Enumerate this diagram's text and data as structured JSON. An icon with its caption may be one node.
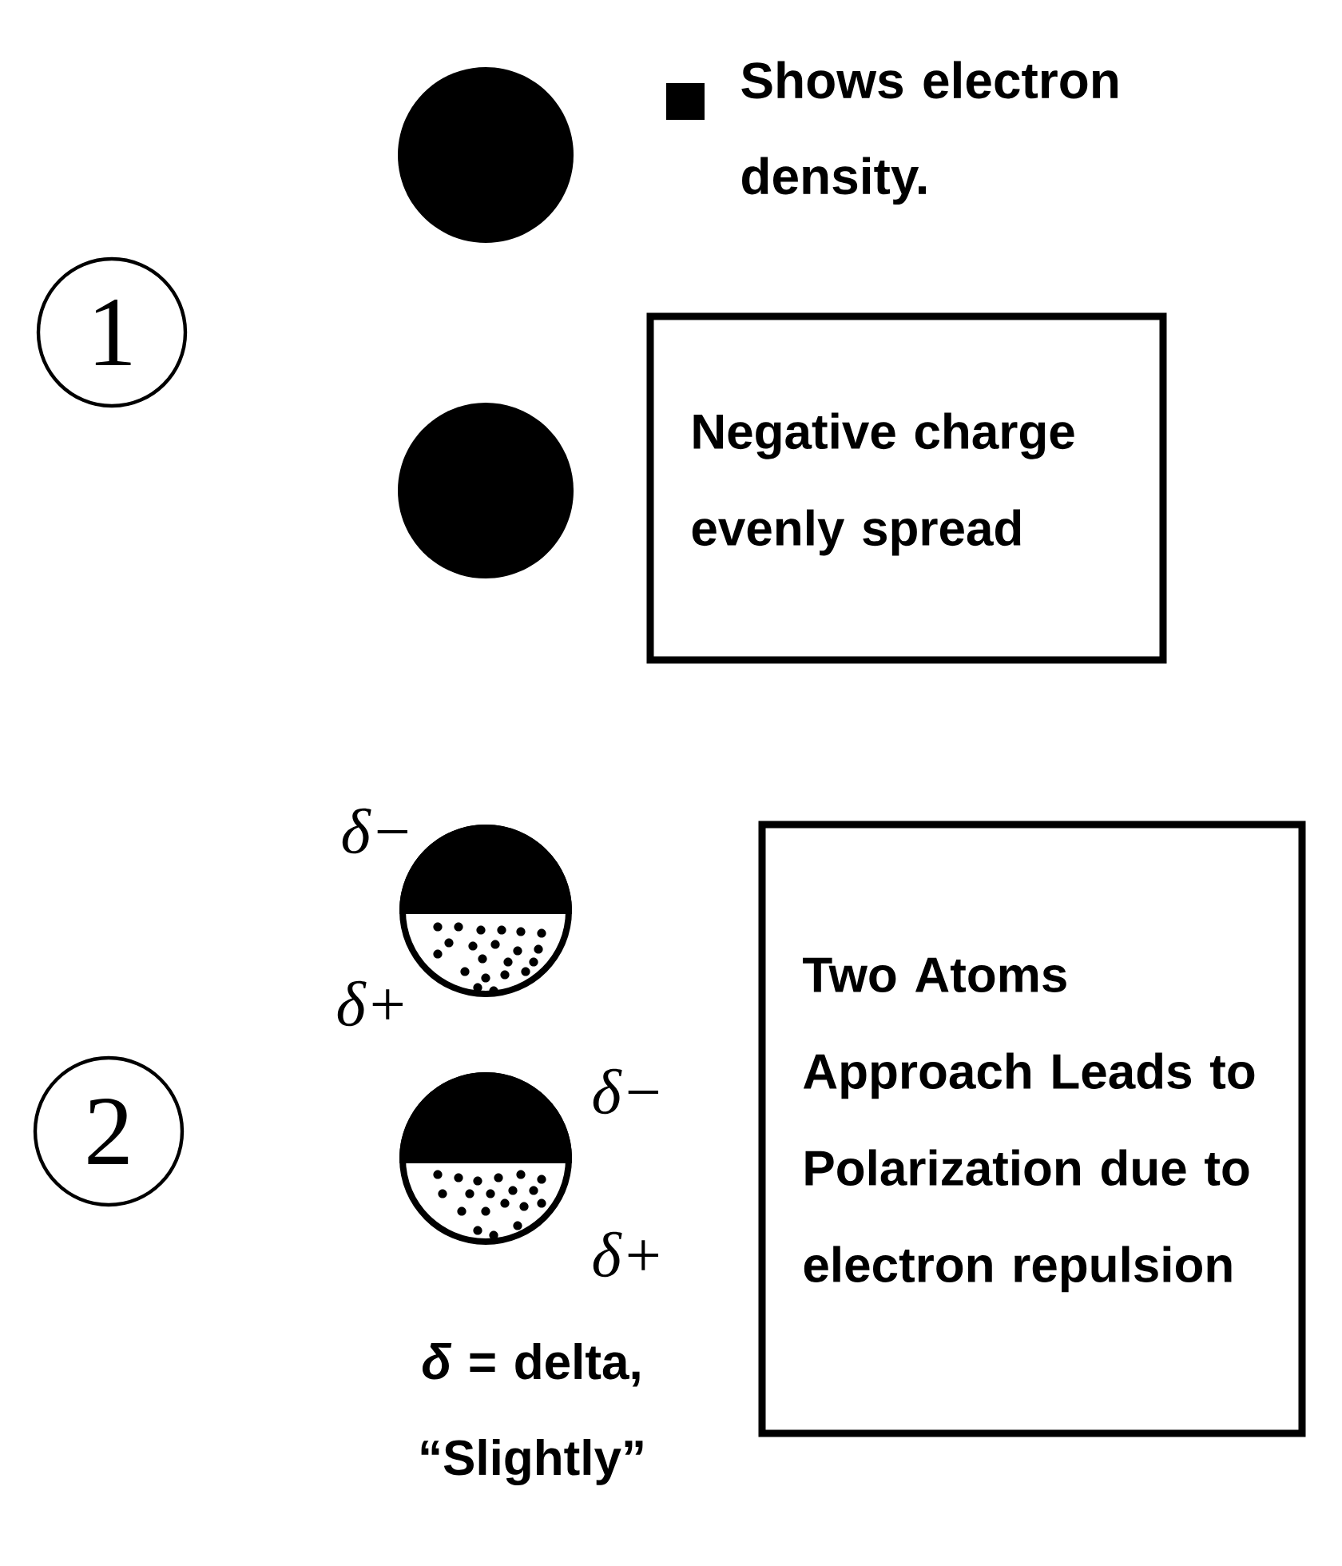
{
  "diagram": {
    "nodes": [
      {
        "text": [
          "1"
        ]
      },
      {
        "text": [
          "Negative charge evenly spread"
        ]
      },
      {
        "text": [
          "2"
        ]
      },
      {
        "text": [
          "Two Atoms Approach Leads to Polarization due to electron repulsion"
        ]
      }
    ],
    "edges": [],
    "labels": [
      "Shows electron density.",
      "δ−",
      "δ+",
      "δ−",
      "δ+",
      "*δ* = delta, “Slightly”"
    ]
  }
}
